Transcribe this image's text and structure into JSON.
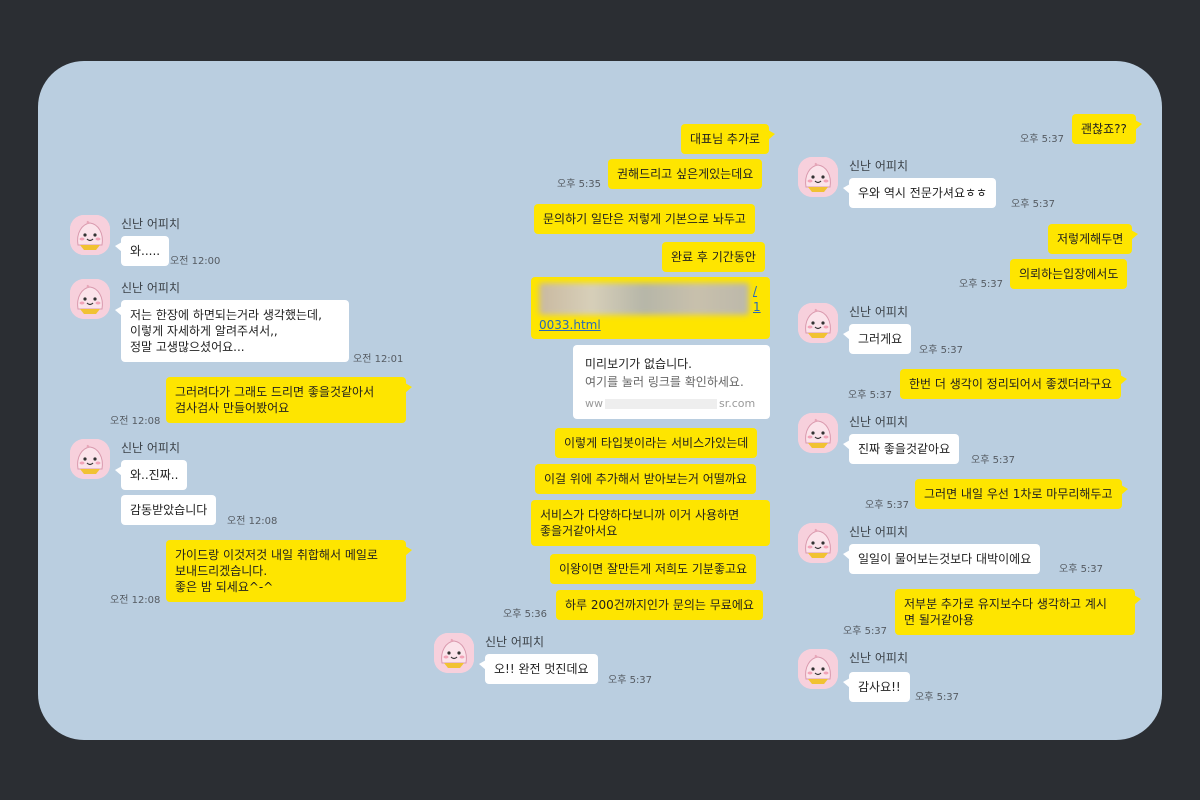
{
  "sender_name": "신난 어피치",
  "left": {
    "msgs": [
      {
        "type": "you",
        "text": "와.....",
        "time": "오전 12:00"
      },
      {
        "type": "you",
        "text": "저는 한장에 하면되는거라 생각했는데,\n 이렇게 자세하게 알려주셔서,,\n정말 고생많으셨어요...",
        "time": "오전 12:01"
      },
      {
        "type": "me",
        "text": "그러려다가 그래도 드리면 좋을것같아서\n검사검사 만들어봤어요",
        "time": "오전 12:08"
      },
      {
        "type": "you",
        "text": "와..진짜..",
        "time": ""
      },
      {
        "type": "you",
        "text": "감동받았습니다",
        "time": "오전 12:08"
      },
      {
        "type": "me",
        "text": "가이드랑 이것저것 내일 취합해서 메일로\n보내드리겠습니다.\n좋은 밤 되세요^-^",
        "time": "오전 12:08"
      }
    ]
  },
  "middle": {
    "msgs": [
      {
        "type": "me",
        "text": "대표님 추가로",
        "time": ""
      },
      {
        "type": "me",
        "text": "권해드리고 싶은게있는데요",
        "time": "오후 5:35"
      },
      {
        "type": "me",
        "text": "문의하기 일단은 저렇게 기본으로 놔두고",
        "time": ""
      },
      {
        "type": "me",
        "text": "완료 후 기간동안",
        "time": ""
      },
      {
        "type": "me",
        "text": "이렇게 타입봇이라는 서비스가있는데",
        "time": ""
      },
      {
        "type": "me",
        "text": "이걸 위에 추가해서 받아보는거 어떨까요",
        "time": ""
      },
      {
        "type": "me",
        "text": "서비스가 다양하다보니까 이거 사용하면\n좋을거같아서요",
        "time": ""
      },
      {
        "type": "me",
        "text": "이왕이면 잘만든게 저희도 기분좋고요",
        "time": ""
      },
      {
        "type": "me",
        "text": "하루 200건까지인가 문의는 무료에요",
        "time": "오후 5:36"
      },
      {
        "type": "you",
        "text": "오!! 완전 멋진데요",
        "time": "오후 5:37"
      }
    ],
    "link": {
      "line1": "/",
      "line2": "1",
      "line3": "0033.html"
    },
    "preview": {
      "title": "미리보기가 없습니다.",
      "sub": "여기를 눌러 링크를 확인하세요.",
      "url_prefix": "ww",
      "url_suffix": "sr.com"
    }
  },
  "right": {
    "msgs": [
      {
        "type": "me",
        "text": "괜찮죠??",
        "time": "오후 5:37"
      },
      {
        "type": "you",
        "text": "우와 역시 전문가셔요ㅎㅎ",
        "time": "오후 5:37"
      },
      {
        "type": "me",
        "text": "저렇게해두면",
        "time": ""
      },
      {
        "type": "me",
        "text": "의뢰하는입장에서도",
        "time": "오후 5:37"
      },
      {
        "type": "you",
        "text": "그러게요",
        "time": "오후 5:37"
      },
      {
        "type": "me",
        "text": "한번 더 생각이 정리되어서 좋겠더라구요",
        "time": "오후 5:37"
      },
      {
        "type": "you",
        "text": "진짜 좋을것같아요",
        "time": "오후 5:37"
      },
      {
        "type": "me",
        "text": "그러면 내일 우선 1차로 마무리해두고",
        "time": "오후 5:37"
      },
      {
        "type": "you",
        "text": "일일이 물어보는것보다 대박이에요",
        "time": "오후 5:37"
      },
      {
        "type": "me",
        "text": "저부분 추가로 유지보수다 생각하고 계시\n면 될거같아용",
        "time": "오후 5:37"
      },
      {
        "type": "you",
        "text": "감사요!!",
        "time": "오후 5:37"
      }
    ]
  },
  "colors": {
    "background": "#2b2e33",
    "chat_bg": "#bacee0",
    "me_bubble": "#fee500",
    "you_bubble": "#ffffff",
    "avatar": "#f7d0dc"
  }
}
